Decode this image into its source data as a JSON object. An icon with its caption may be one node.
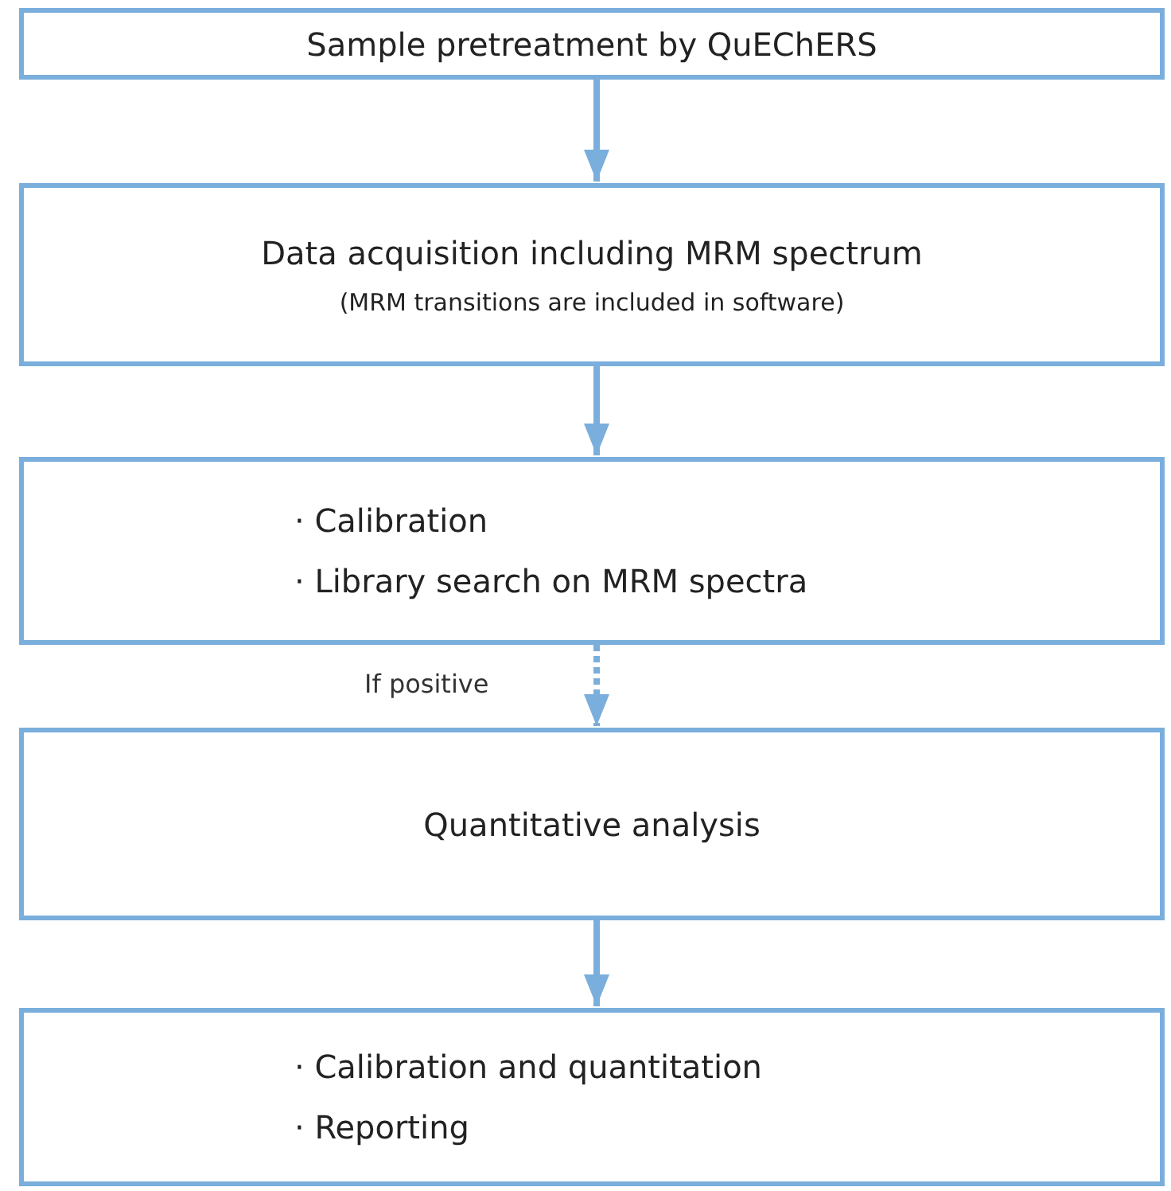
{
  "diagram": {
    "nodes": [
      {
        "text": [
          "Sample pretreatment by QuEChERS"
        ]
      },
      {
        "text": [
          "Data acquisition including MRM spectrum",
          "(MRM transitions are included in software)"
        ]
      },
      {
        "text": [
          "· Calibration",
          "· Library search on MRM spectra"
        ]
      },
      {
        "text": [
          "Quantitative analysis"
        ]
      },
      {
        "text": [
          "· Calibration and quantitation",
          "· Reporting"
        ]
      }
    ],
    "edges": [
      {
        "from": 0,
        "to": 1,
        "arrow": "to"
      },
      {
        "from": 1,
        "to": 2,
        "arrow": "to"
      },
      {
        "from": 2,
        "to": 3,
        "arrow": "to",
        "style": "dashed",
        "label": "If positive"
      },
      {
        "from": 3,
        "to": 4,
        "arrow": "to"
      }
    ]
  }
}
